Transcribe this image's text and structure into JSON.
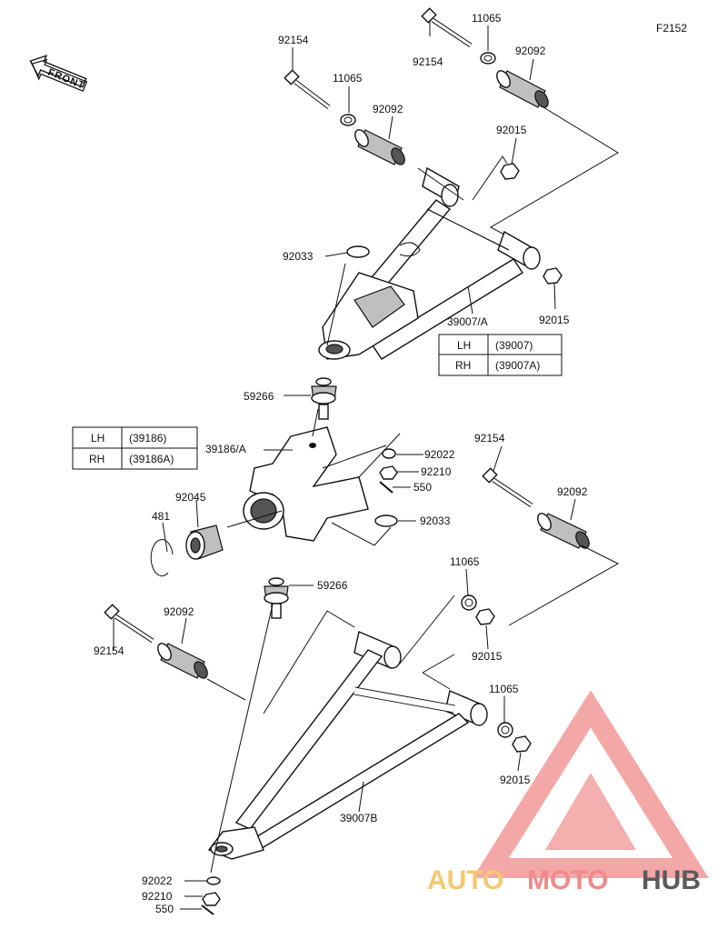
{
  "figure_code": "F2152",
  "front_label": "FRONT",
  "callouts": {
    "top_bolt_a": "92154",
    "top_washer_a": "11065",
    "top_bush_a": "92092",
    "top_bolt_b": "92154",
    "top_washer_b": "11065",
    "top_bush_b": "92092",
    "top_nut_a": "92015",
    "top_nut_b": "92015",
    "upper_ring": "92033",
    "upper_arm": "39007/A",
    "upper_joint": "59266",
    "knuckle": "39186/A",
    "knuckle_washer": "92022",
    "knuckle_nut": "92210",
    "knuckle_pin": "550",
    "lower_ring": "92033",
    "bearing": "92045",
    "circlip": "481",
    "lower_joint": "59266",
    "rr_bolt": "92154",
    "rr_bush": "92092",
    "mid_washer": "11065",
    "mid_nut": "92015",
    "left_bolt": "92154",
    "left_bush": "92092",
    "low_washer": "11065",
    "low_nut": "92015",
    "lower_arm": "39007B",
    "bottom_washer": "92022",
    "bottom_nut": "92210",
    "bottom_pin": "550"
  },
  "upper_arm_table": {
    "rows": [
      {
        "side": "LH",
        "part": "(39007)"
      },
      {
        "side": "RH",
        "part": "(39007A)"
      }
    ]
  },
  "knuckle_table": {
    "rows": [
      {
        "side": "LH",
        "part": "(39186)"
      },
      {
        "side": "RH",
        "part": "(39186A)"
      }
    ]
  },
  "watermark": {
    "part1": "AUTO",
    "part2": "MOTO",
    "part3": "HUB",
    "color_light": "#f5c870",
    "color_red": "#f08a8a",
    "color_dark": "#5a5a5a"
  }
}
